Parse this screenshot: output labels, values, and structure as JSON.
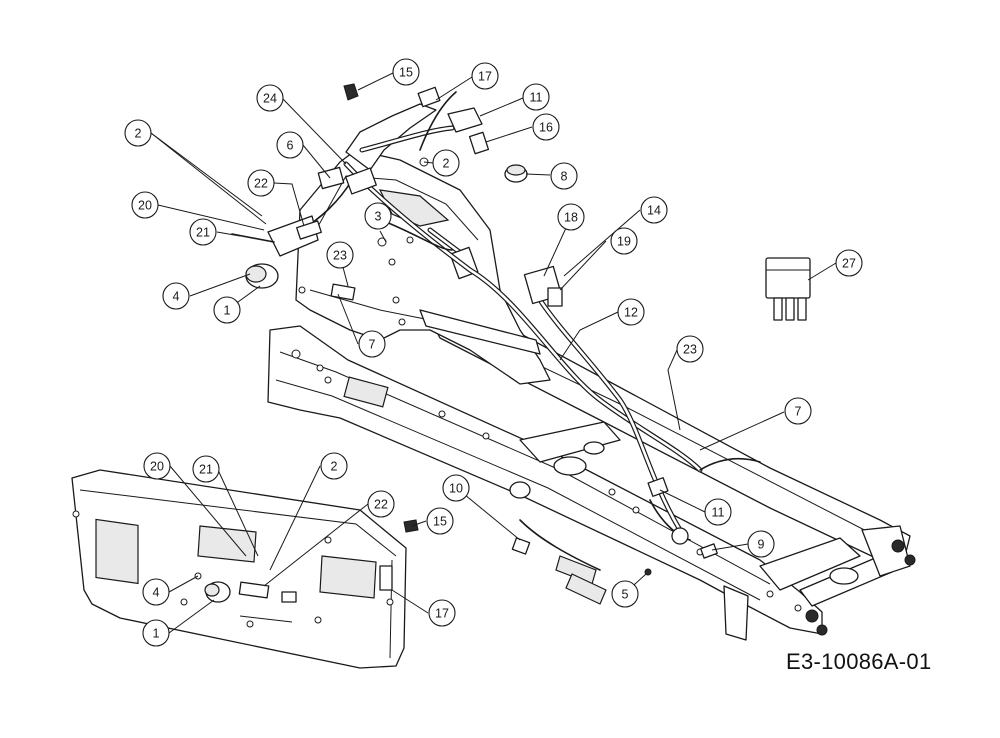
{
  "drawing_code": "E3-10086A-01",
  "callouts": [
    {
      "label": "15"
    },
    {
      "label": "17"
    },
    {
      "label": "11"
    },
    {
      "label": "24"
    },
    {
      "label": "16"
    },
    {
      "label": "2"
    },
    {
      "label": "6"
    },
    {
      "label": "2"
    },
    {
      "label": "8"
    },
    {
      "label": "22"
    },
    {
      "label": "20"
    },
    {
      "label": "3"
    },
    {
      "label": "18"
    },
    {
      "label": "14"
    },
    {
      "label": "21"
    },
    {
      "label": "23"
    },
    {
      "label": "19"
    },
    {
      "label": "27"
    },
    {
      "label": "4"
    },
    {
      "label": "1"
    },
    {
      "label": "7"
    },
    {
      "label": "12"
    },
    {
      "label": "23"
    },
    {
      "label": "7"
    },
    {
      "label": "20"
    },
    {
      "label": "21"
    },
    {
      "label": "2"
    },
    {
      "label": "10"
    },
    {
      "label": "22"
    },
    {
      "label": "11"
    },
    {
      "label": "15"
    },
    {
      "label": "9"
    },
    {
      "label": "4"
    },
    {
      "label": "5"
    },
    {
      "label": "17"
    },
    {
      "label": "1"
    }
  ]
}
